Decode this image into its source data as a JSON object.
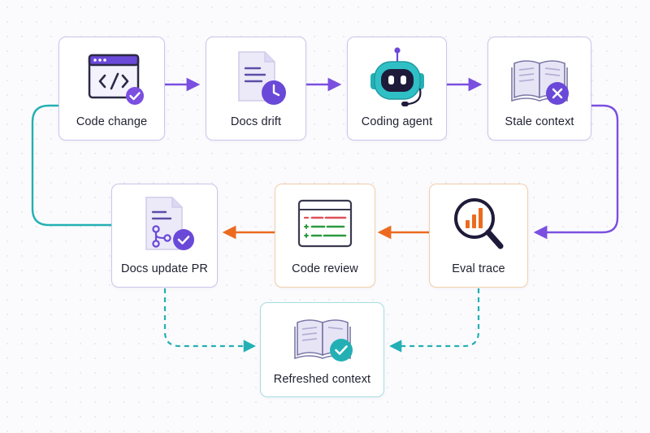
{
  "colors": {
    "purple": "#7b4fe0",
    "orange": "#ec6a1f",
    "teal": "#23b0b4",
    "navy": "#2b2a45",
    "card_border_purple": "#c9c6ec",
    "card_border_orange": "#f3cfa9",
    "card_border_teal": "#a6dde0"
  },
  "nodes": {
    "code_change": {
      "label": "Code change",
      "icon": "code-window-check-icon"
    },
    "docs_drift": {
      "label": "Docs drift",
      "icon": "document-clock-icon"
    },
    "coding_agent": {
      "label": "Coding agent",
      "icon": "robot-headset-icon"
    },
    "stale_context": {
      "label": "Stale context",
      "icon": "open-book-x-icon"
    },
    "docs_update_pr": {
      "label": "Docs update PR",
      "icon": "document-git-branch-check-icon"
    },
    "code_review": {
      "label": "Code review",
      "icon": "diff-window-icon"
    },
    "eval_trace": {
      "label": "Eval trace",
      "icon": "magnifier-bar-chart-icon"
    },
    "refreshed_context": {
      "label": "Refreshed context",
      "icon": "open-book-check-icon"
    }
  },
  "edges": [
    {
      "from": "Code change",
      "to": "Docs drift",
      "style": "solid",
      "color": "purple"
    },
    {
      "from": "Docs drift",
      "to": "Coding agent",
      "style": "solid",
      "color": "purple"
    },
    {
      "from": "Coding agent",
      "to": "Stale context",
      "style": "solid",
      "color": "purple"
    },
    {
      "from": "Stale context",
      "to": "Eval trace",
      "style": "solid",
      "color": "purple"
    },
    {
      "from": "Eval trace",
      "to": "Code review",
      "style": "solid",
      "color": "orange"
    },
    {
      "from": "Code review",
      "to": "Docs update PR",
      "style": "solid",
      "color": "orange"
    },
    {
      "from": "Docs update PR",
      "to": "Code change",
      "style": "solid",
      "color": "teal"
    },
    {
      "from": "Docs update PR",
      "to": "Refreshed context",
      "style": "dashed",
      "color": "teal"
    },
    {
      "from": "Eval trace",
      "to": "Refreshed context",
      "style": "dashed",
      "color": "teal"
    }
  ]
}
